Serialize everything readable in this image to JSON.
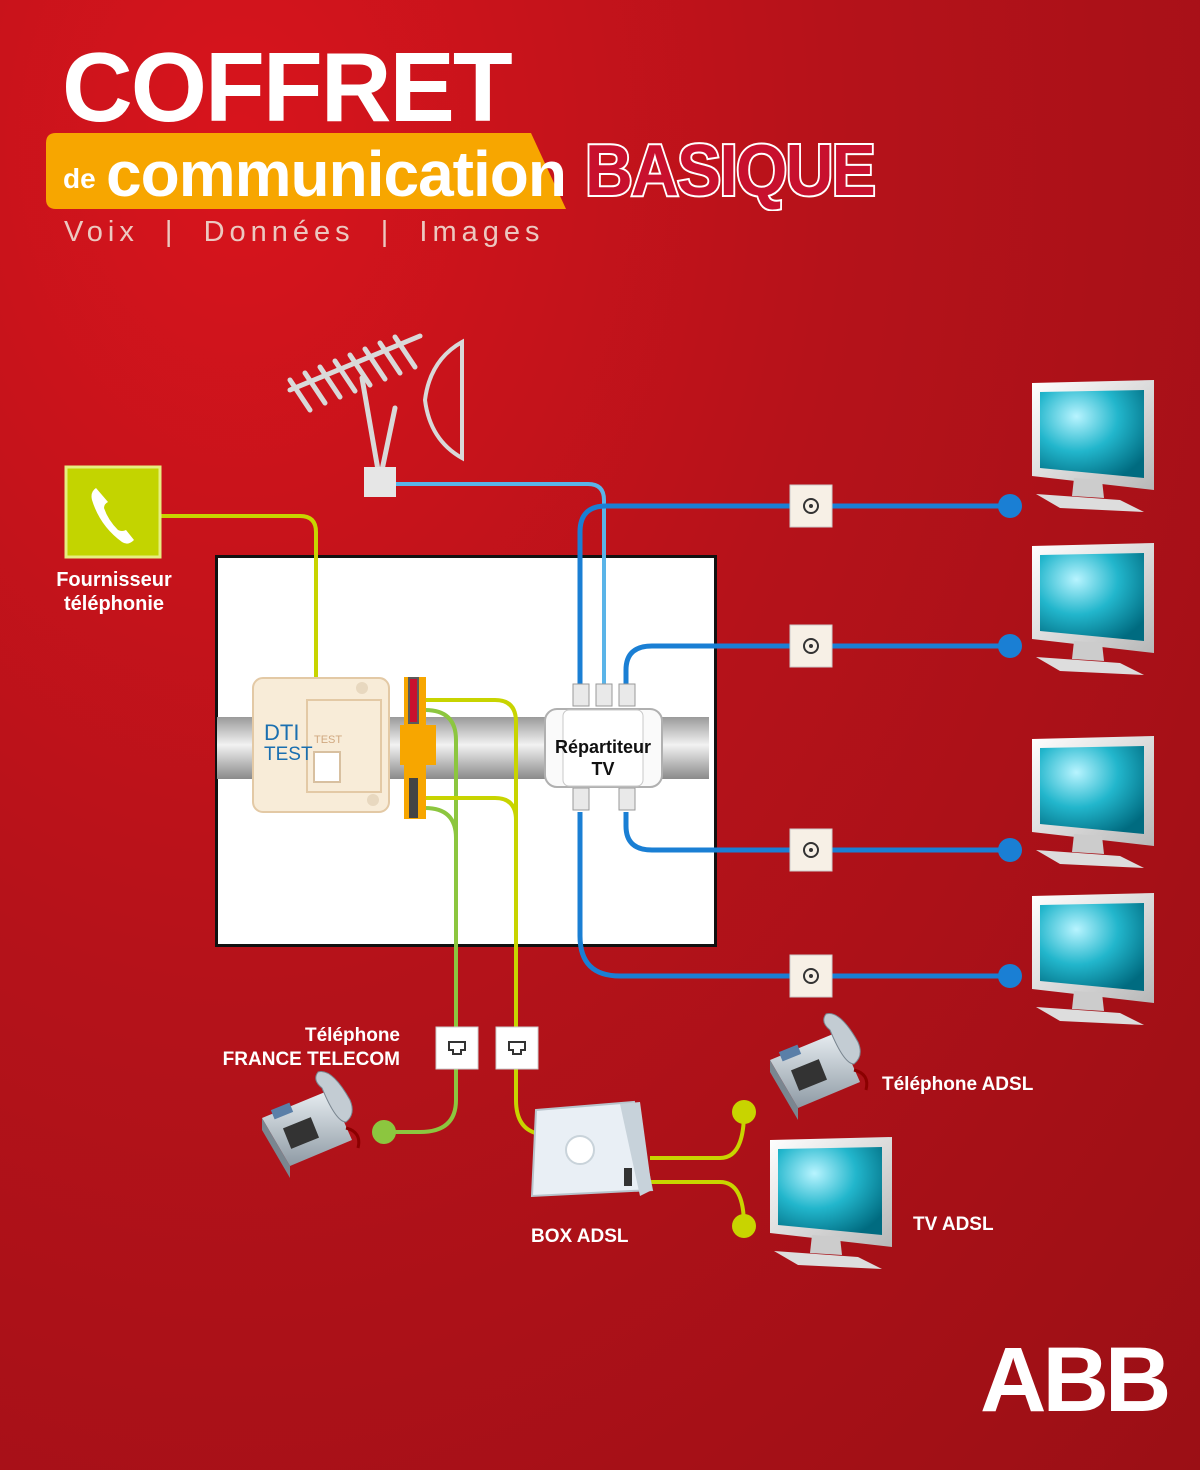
{
  "header": {
    "title": "COFFRET",
    "de": "de",
    "communication": "communication",
    "badge": "BASIQUE",
    "subtitle": "Voix  |  Données  |  Images"
  },
  "labels": {
    "provider": "Fournisseur\ntéléphonie",
    "repartiteur": "Répartiteur\nTV",
    "dti": "DTI",
    "dti_test": "TEST",
    "dti_small": "TEST",
    "phone_ft": "Téléphone\nFRANCE TELECOM",
    "box_adsl": "BOX ADSL",
    "phone_adsl": "Téléphone ADSL",
    "tv_adsl": "TV ADSL"
  },
  "logo": "ABB",
  "colors": {
    "background": "#b5121a",
    "phone_line": "#c8d400",
    "data_line": "#8cc63f",
    "tv_line": "#1a7fd4",
    "antenna_line": "#5ab4e8",
    "banner": "#f7a600",
    "screen": "#00a0b8"
  }
}
